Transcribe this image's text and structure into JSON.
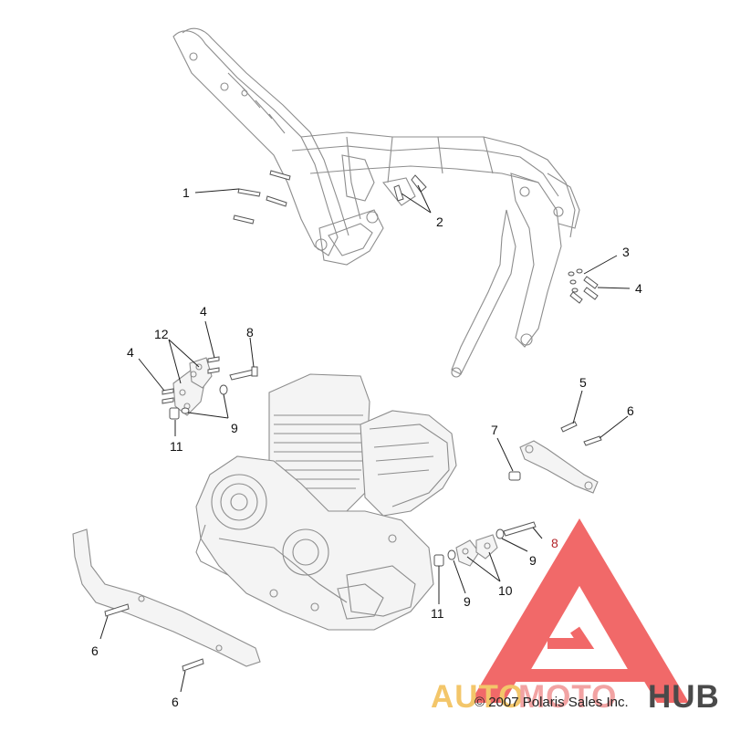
{
  "callouts": {
    "c1": "1",
    "c2": "2",
    "c3": "3",
    "c4a": "4",
    "c4b": "4",
    "c4c": "4",
    "c5": "5",
    "c6a": "6",
    "c6b": "6",
    "c6c": "6",
    "c7": "7",
    "c8a": "8",
    "c8b": "8",
    "c9a": "9",
    "c9b": "9",
    "c9c": "9",
    "c10": "10",
    "c11a": "11",
    "c11b": "11",
    "c12": "12"
  },
  "copyright": "© 2007 Polaris Sales Inc.",
  "watermark": {
    "part1": "AUTO",
    "part2": "MOTO",
    "part3": "HUB",
    "colors": {
      "auto": "#f3c66a",
      "moto": "#f2a3a3",
      "hub": "#4a4a4a",
      "logo": "#ee4040"
    }
  }
}
